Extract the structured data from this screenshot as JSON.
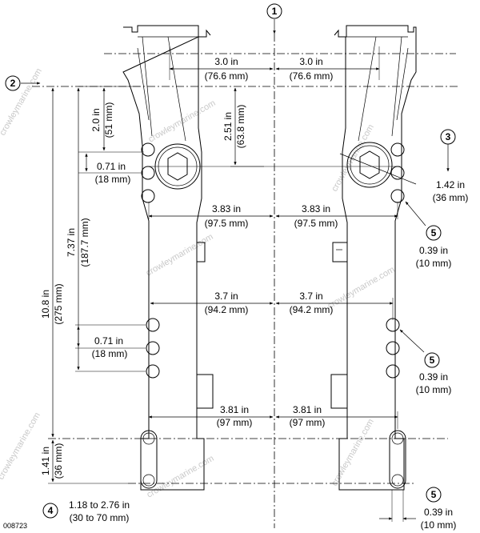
{
  "figure_id": "008723",
  "watermark": "crowleymarine.com",
  "callouts": [
    "1",
    "2",
    "3",
    "4",
    "5",
    "5",
    "5"
  ],
  "dimensions": {
    "top_half_left": [
      "3.0 in",
      "(76.6 mm)"
    ],
    "top_half_right": [
      "3.0 in",
      "(76.6 mm)"
    ],
    "d_2_0": [
      "2.0 in",
      "(51 mm)"
    ],
    "d_2_51": [
      "2.51 in",
      "(63.8 mm)"
    ],
    "d_0_71_a": [
      "0.71 in",
      "(18 mm)"
    ],
    "d_1_42": [
      "1.42 in",
      "(36 mm)"
    ],
    "mid1_left": [
      "3.83 in",
      "(97.5 mm)"
    ],
    "mid1_right": [
      "3.83 in",
      "(97.5 mm)"
    ],
    "d_0_39_a": [
      "0.39 in",
      "(10 mm)"
    ],
    "d_7_37": [
      "7.37 in",
      "(187.7 mm)"
    ],
    "d_10_8": [
      "10.8 in",
      "(275 mm)"
    ],
    "mid2_left": [
      "3.7 in",
      "(94.2 mm)"
    ],
    "mid2_right": [
      "3.7 in",
      "(94.2 mm)"
    ],
    "d_0_71_b": [
      "0.71 in",
      "(18 mm)"
    ],
    "d_0_39_b": [
      "0.39 in",
      "(10 mm)"
    ],
    "low_left": [
      "3.81 in",
      "(97 mm)"
    ],
    "low_right": [
      "3.81 in",
      "(97 mm)"
    ],
    "d_1_41": [
      "1.41 in",
      "(36 mm)"
    ],
    "slot_range": [
      "1.18 to 2.76 in",
      "(30 to 70 mm)"
    ],
    "d_0_39_c": [
      "0.39 in",
      "(10 mm)"
    ]
  }
}
